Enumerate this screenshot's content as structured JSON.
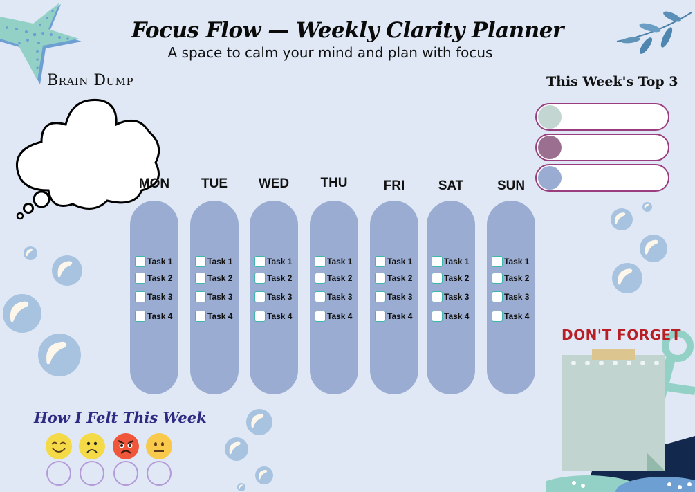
{
  "header": {
    "title": "Focus Flow — Weekly Clarity Planner",
    "subtitle": "A space to calm your mind and plan with focus"
  },
  "brain_dump": {
    "title": "Brain Dump"
  },
  "top3": {
    "title": "This Week's Top 3",
    "items": [
      {
        "dot_color": "#c3d6d1",
        "value": ""
      },
      {
        "dot_color": "#9b6f8f",
        "value": ""
      },
      {
        "dot_color": "#9aacd1",
        "value": ""
      }
    ]
  },
  "week": {
    "days": [
      {
        "label": "MON",
        "tasks": [
          "Task 1",
          "Task 2",
          "Task 3",
          "Task 4"
        ]
      },
      {
        "label": "TUE",
        "tasks": [
          "Task 1",
          "Task 2",
          "Task 3",
          "Task 4"
        ]
      },
      {
        "label": "WED",
        "tasks": [
          "Task 1",
          "Task 2",
          "Task 3",
          "Task 4"
        ]
      },
      {
        "label": "THU",
        "tasks": [
          "Task 1",
          "Task 2",
          "Task 3",
          "Task 4"
        ]
      },
      {
        "label": "FRI",
        "tasks": [
          "Task 1",
          "Task 2",
          "Task 3",
          "Task 4"
        ]
      },
      {
        "label": "SAT",
        "tasks": [
          "Task 1",
          "Task 2",
          "Task 3",
          "Task 4"
        ]
      },
      {
        "label": "SUN",
        "tasks": [
          "Task 1",
          "Task 2",
          "Task 3",
          "Task 4"
        ]
      }
    ]
  },
  "dont_forget": {
    "title": "DON'T FORGET"
  },
  "mood": {
    "title": "How I Felt This Week",
    "options": [
      {
        "icon": "smiling-face-icon",
        "glyph": "😊"
      },
      {
        "icon": "frowning-face-icon",
        "glyph": "☹"
      },
      {
        "icon": "angry-face-icon",
        "glyph": "😠"
      },
      {
        "icon": "neutral-face-icon",
        "glyph": "😐"
      }
    ]
  },
  "colors": {
    "background": "#dfe8f4",
    "day_column": "#9aacd1",
    "checkbox_border": "#3fb7b0",
    "top3_border": "#9a3d7f",
    "dont_forget_text": "#b81e24",
    "mood_title": "#2e2a82"
  }
}
